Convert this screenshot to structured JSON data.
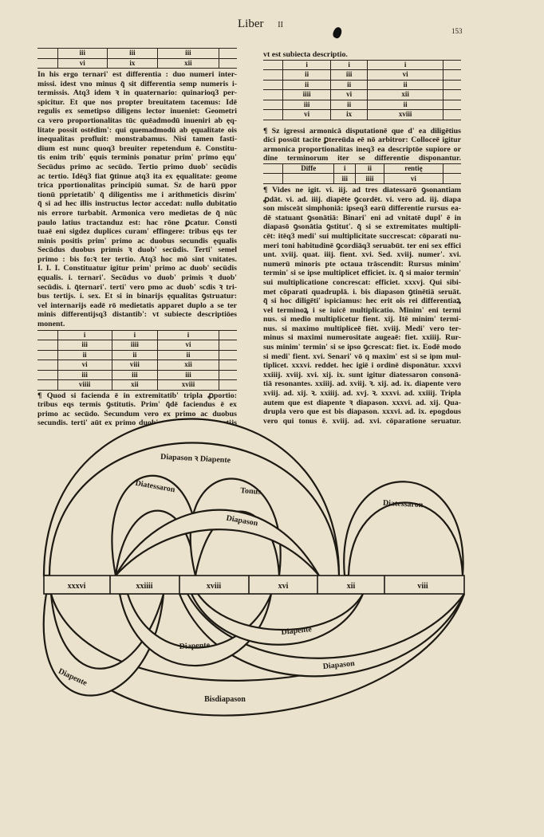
{
  "header": {
    "running_title": "Liber",
    "book_number": "II",
    "folio": "153"
  },
  "left": {
    "table_top": [
      [
        "iii",
        "iii",
        "iii"
      ],
      [
        "vi",
        "ix",
        "xii"
      ]
    ],
    "para1": [
      "In his ergo ternari' est differentia : duo numeri inter-",
      "missi. idest vno minus q̃ sit differentia semp numeris i-",
      "termissis. Atq3 idem ꝛ in quaternario: quinarioq3 per-",
      "spicitur. Et que nos propter breuitatem tacemus: Idē",
      "regulis ex semetipso diligens lector inueniet: Geometri",
      "ca vero proportionalitas tūc quēadmodū inueniri ab ęq-",
      "litate possit ostēdim': qui quemadmodū ab ęqualitate ois",
      "inequalitas profluit: monstrabamus. Nisi tamen fasti-",
      "dium est nunc quoq3 breuiter repetendum ē. Constitu-",
      "tis enim trib' ęquis terminis ponatur prim' primo ęqu'",
      "Secūdus primo ac secūdo. Tertio primo duob' secūdis",
      "ac tertio. Idēq3 fiat ꝯtinue atq3 ita ex ęqualitate: geome",
      "trica pportionalitas principiū sumat. Sz de harū ppor",
      "tionū pprietatib' q̃ diligentiss me i arithmeticis disrim'",
      "q̃ si ad hec illis instructus lector accedat: nullo dubitatio",
      "nis errore turbabit. Armonica vero medietas de q̃ nūc",
      "paulo latius tractanduz est: hac rōne ꝑcatur. Consti",
      "tuaē eni sigdez duplices curam' effingere: tribus ęqs ter",
      "minis positis prim' primo ac duobus secundis ęqualis",
      "Secūdus duobus primis ꝛ duob' secūdis. Terti' semel",
      "primo : bis fo:ꝛ ter tertio. Atq3 hoc mō sint vnitates.",
      "I. I. I. Constituatur igitur prim' primo ac duob' secūdis",
      "ęqualis. i. ternari'. Secūdus vo duob' primis ꝛ duob'",
      "secūdis. i. q̃ternari'. terti' vero pmo ac duob' scdis ꝛ tri-",
      "bus tertijs. i. sex. Et si in binarijs ęqualitas ꝯstruatur:",
      "vel internarijs eadē rō medietatis apparet duplo a se ter",
      "minis differentijsq3 distantib': vt subiecte descriptiōes",
      "monent."
    ],
    "table_mid": [
      [
        "i",
        "i",
        "i"
      ],
      [
        "iii",
        "iiii",
        "vi"
      ],
      [
        "ii",
        "ii",
        "ii"
      ],
      [
        "vi",
        "viii",
        "xii"
      ],
      [
        "iii",
        "iii",
        "iii"
      ],
      [
        "viiii",
        "xii",
        "xviii"
      ]
    ],
    "para2": [
      "¶ Quod si facienda ē in extremitatib' tripla ꝓportio:",
      "tribus eqs termis ꝯstitutis. Prim' q̃dē faciendus ē ex",
      "primo ac secūdo. Secundum vero ex primo ac duobus",
      "secundis. terti' aūt ex primo duob' secūdis ac trib' tertijs"
    ]
  },
  "right": {
    "caption": "vt est subiecta descriptio.",
    "table_top": [
      [
        "i",
        "i",
        "i"
      ],
      [
        "ii",
        "iii",
        "vi"
      ],
      [
        "ii",
        "ii",
        "ii"
      ],
      [
        "iiii",
        "vi",
        "xii"
      ],
      [
        "iii",
        "ii",
        "ii"
      ],
      [
        "vi",
        "ix",
        "xviii"
      ]
    ],
    "para1": [
      "¶ Sz igressi armonicā disputationē que d' ea diligētius",
      "dici possūt tacite ꝑtereūda eē nō arbitror: Colloceē igitur",
      "armonica proportionalitas ineq3 ea descriptōe supiore or",
      "dine terminorum iter se differentie disponantur."
    ],
    "table_diff": [
      [
        "Diffe",
        "i",
        "ii",
        "rentię"
      ],
      [
        "",
        "iii",
        "iiii",
        "vi"
      ]
    ],
    "para2": [
      "¶ Vides ne igit. vi. iij. ad tres diatessarō ꝯsonantiam",
      "ꝓdāt. vi. ad. iiij. diapēte ꝯcordēt. vi. vero ad. iij. diapa",
      "son misceāt simphoniā: ipseq3 earū differentie rursus ea-",
      "dē statuant ꝯsonātiā: Binari' eni ad vnitatē dupl' ē in",
      "diapasō ꝯsonātia ꝯstitut'. q̃ si se extremitates multipli-",
      "cēt: itēq3 medi' sui multiplicitate succrescat: cōparati nu-",
      "meri toni habitudinē ꝯcordiāq3 seruabūt. ter eni sex effici",
      "unt. xviij. quat. iiij. fient. xvi. Sed. xviij. numer'. xvi.",
      "numerū minoris pte octaua trāscendit: Rursus minim'",
      "termin' si se ipse multiplicet efficiet. ix. q̃ si maior termin'",
      "sui multiplicatione concrescat: efficiet. xxxvj. Qui sibi-",
      "met cōparati quadruplā. i. bis diapason ꝯtinētiā seruāt.",
      "q̃ si hoc diligēti' ispiciamus: hec erit ois rei differentiaꝝ",
      "vel terminoꝝ i se iuicē multiplicatio. Minim' eni termi",
      "nus. si medio multiplicetur fient. xij. Itē minim' termi-",
      "nus. si maximo multipliceē fiēt. xviij. Medi' vero ter-",
      "minus si maximi numerositate augeaē: fiet. xxiiij. Rur-",
      "sus minim' termin' si se ipso ꝯcrescat: fiet. ix. Eodē modo",
      "si medi' fient. xvi. Senari' vō q maxim' est si se ipm mul-",
      "tiplicet. xxxvi. reddet. hec igiē i ordinē disponātur. xxxvi",
      "xxiiij. xviij. xvi. xij. ix. sunt igitur diatessaron consonā-",
      "tiā resonantes. xxiiij. ad. xviij. ꝛ. xij. ad. ix. diapente vero",
      "xviij. ad. xij. ꝛ. xxiiij. ad. xvj. ꝛ. xxxvi. ad. xxiiij. Tripla",
      "autem que est diapente ꝛ diapason. xxxvi. ad. xij. Qua-",
      "drupla vero que est bis diapason. xxxvi. ad. ix. epogdous",
      "vero qui tonus ē. xviij. ad. xvi. cōparatione seruatur."
    ]
  },
  "diagram": {
    "numbers": [
      "xxxvi",
      "xxiiii",
      "xviii",
      "xvi",
      "xii",
      "viii"
    ],
    "upper_labels": {
      "diapason_diapente": "Diapason ꝛ Diapente",
      "diatessaron_left": "Diatessaron",
      "tonus": "Tonus",
      "diapason": "Diapason",
      "diatessaron_right": "Diatessaron"
    },
    "lower_labels": {
      "diapente_right": "Diapente",
      "diapente_center": "Diapente",
      "diapason": "Diapason",
      "diapente_left": "Diapente",
      "bisdiapason": "Bisdiapason"
    }
  }
}
